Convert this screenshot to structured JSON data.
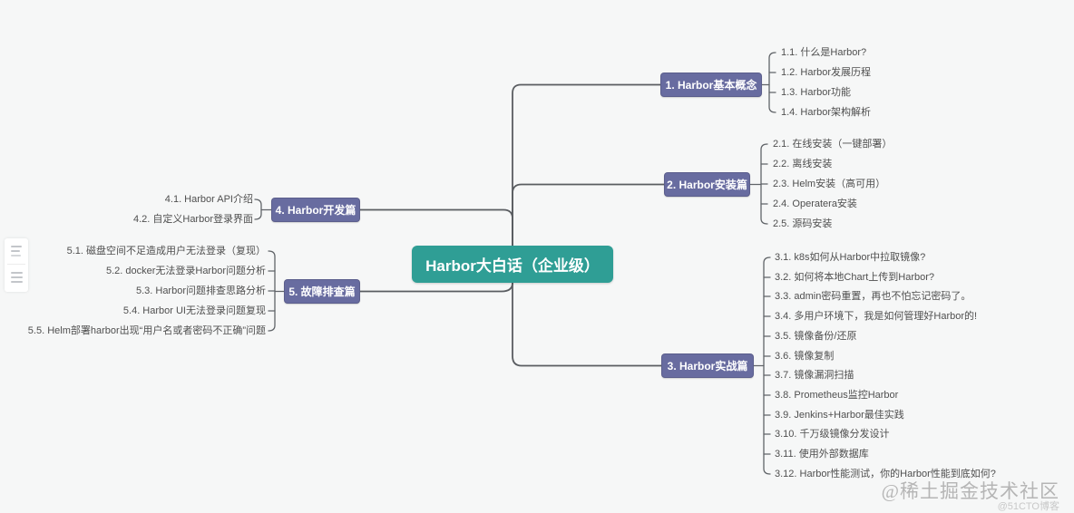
{
  "mindmap": {
    "root": "Harbor大白话（企业级）",
    "branches": [
      {
        "label": "1. Harbor基本概念",
        "children": [
          "1.1. 什么是Harbor?",
          "1.2. Harbor发展历程",
          "1.3. Harbor功能",
          "1.4. Harbor架构解析"
        ]
      },
      {
        "label": "2. Harbor安装篇",
        "children": [
          "2.1. 在线安装（一键部署）",
          "2.2. 离线安装",
          "2.3. Helm安装（高可用）",
          "2.4. Operatera安装",
          "2.5. 源码安装"
        ]
      },
      {
        "label": "3. Harbor实战篇",
        "children": [
          "3.1. k8s如何从Harbor中拉取镜像?",
          "3.2. 如何将本地Chart上传到Harbor?",
          "3.3. admin密码重置，再也不怕忘记密码了。",
          "3.4. 多用户环境下，我是如何管理好Harbor的!",
          "3.5. 镜像备份/还原",
          "3.6. 镜像复制",
          "3.7. 镜像漏洞扫描",
          "3.8. Prometheus监控Harbor",
          "3.9. Jenkins+Harbor最佳实践",
          "3.10. 千万级镜像分发设计",
          "3.11. 使用外部数据库",
          "3.12. Harbor性能测试，你的Harbor性能到底如何?"
        ]
      },
      {
        "label": "4. Harbor开发篇",
        "children": [
          "4.1. Harbor API介绍",
          "4.2. 自定义Harbor登录界面"
        ]
      },
      {
        "label": "5. 故障排查篇",
        "children": [
          "5.1. 磁盘空间不足造成用户无法登录（复现）",
          "5.2. docker无法登录Harbor问题分析",
          "5.3. Harbor问题排查思路分析",
          "5.4. Harbor UI无法登录问题复现",
          "5.5. Helm部署harbor出现“用户名或者密码不正确”问题"
        ]
      }
    ],
    "colors": {
      "root_bg": "#2f9e95",
      "branch_bg": "#686ca0",
      "line": "#5a5d61",
      "child_text": "#4f4f4f"
    }
  },
  "toolbar": {
    "icons": [
      "outline-icon",
      "list-icon"
    ]
  },
  "watermark": {
    "primary": "@稀土掘金技术社区",
    "secondary": "@51CTO博客"
  }
}
